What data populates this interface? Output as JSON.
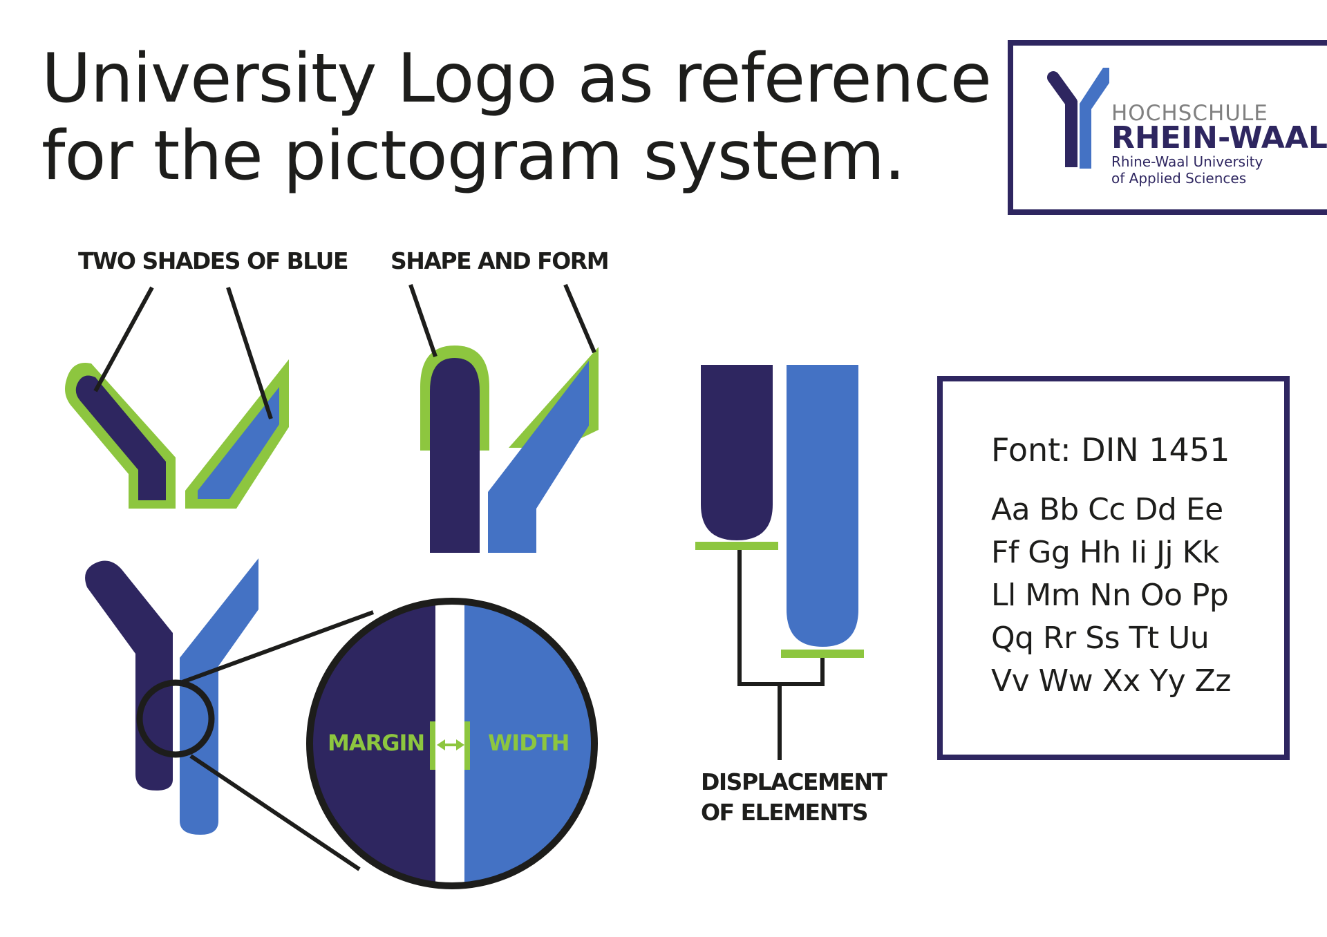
{
  "title": {
    "line1": "University Logo as reference",
    "line2": "for the pictogram system."
  },
  "logo": {
    "line1": "HOCHSCHULE",
    "line2": "RHEIN-WAAL",
    "line3": "Rhine-Waal University",
    "line4": "of Applied Sciences"
  },
  "labels": {
    "two_shades": "TWO SHADES OF BLUE",
    "shape_form": "SHAPE AND FORM",
    "displacement_1": "DISPLACEMENT",
    "displacement_2": "OF ELEMENTS",
    "margin": "MARGIN",
    "width": "WIDTH"
  },
  "font_specimen": {
    "title": "Font: DIN 1451",
    "lines": [
      "Aa Bb Cc Dd Ee",
      "Ff Gg Hh Ii Jj Kk",
      "Ll Mm Nn Oo Pp",
      "Qq Rr Ss Tt Uu",
      "Vv Ww Xx Yy Zz"
    ]
  },
  "colors": {
    "dark_blue": "#2e2660",
    "light_blue": "#4472c4",
    "green": "#8dc63f",
    "black": "#1d1d1b"
  }
}
